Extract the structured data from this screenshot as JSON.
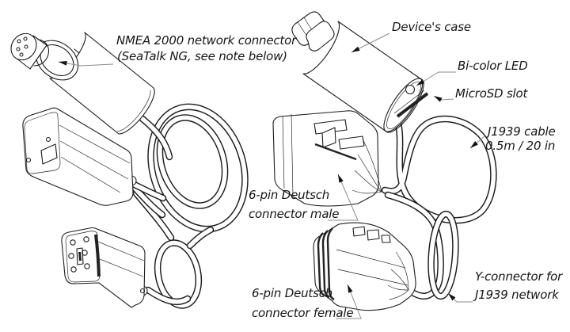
{
  "diagram": {
    "left_figure": {
      "nmea_label": {
        "line1": "NMEA 2000 network connector",
        "line2": "(SeaTalk NG, see note below)"
      }
    },
    "right_figure": {
      "case_label": "Device's case",
      "led_label": "Bi-color LED",
      "sd_label": "MicroSD slot",
      "cable_label": {
        "line1": "J1939 cable",
        "line2": "0.5m / 20 in"
      },
      "male_label": {
        "line1": "6-pin Deutsch",
        "line2": "connector male"
      },
      "female_label": {
        "line1": "6-pin Deutsch",
        "line2": "connector female"
      },
      "y_label": {
        "line1": "Y-connector for",
        "line2": "J1939 network"
      }
    },
    "colors": {
      "background": "#ffffff",
      "line": "#1c1c1c",
      "leader": "#8c8c8c",
      "arrow": "#111111"
    }
  }
}
